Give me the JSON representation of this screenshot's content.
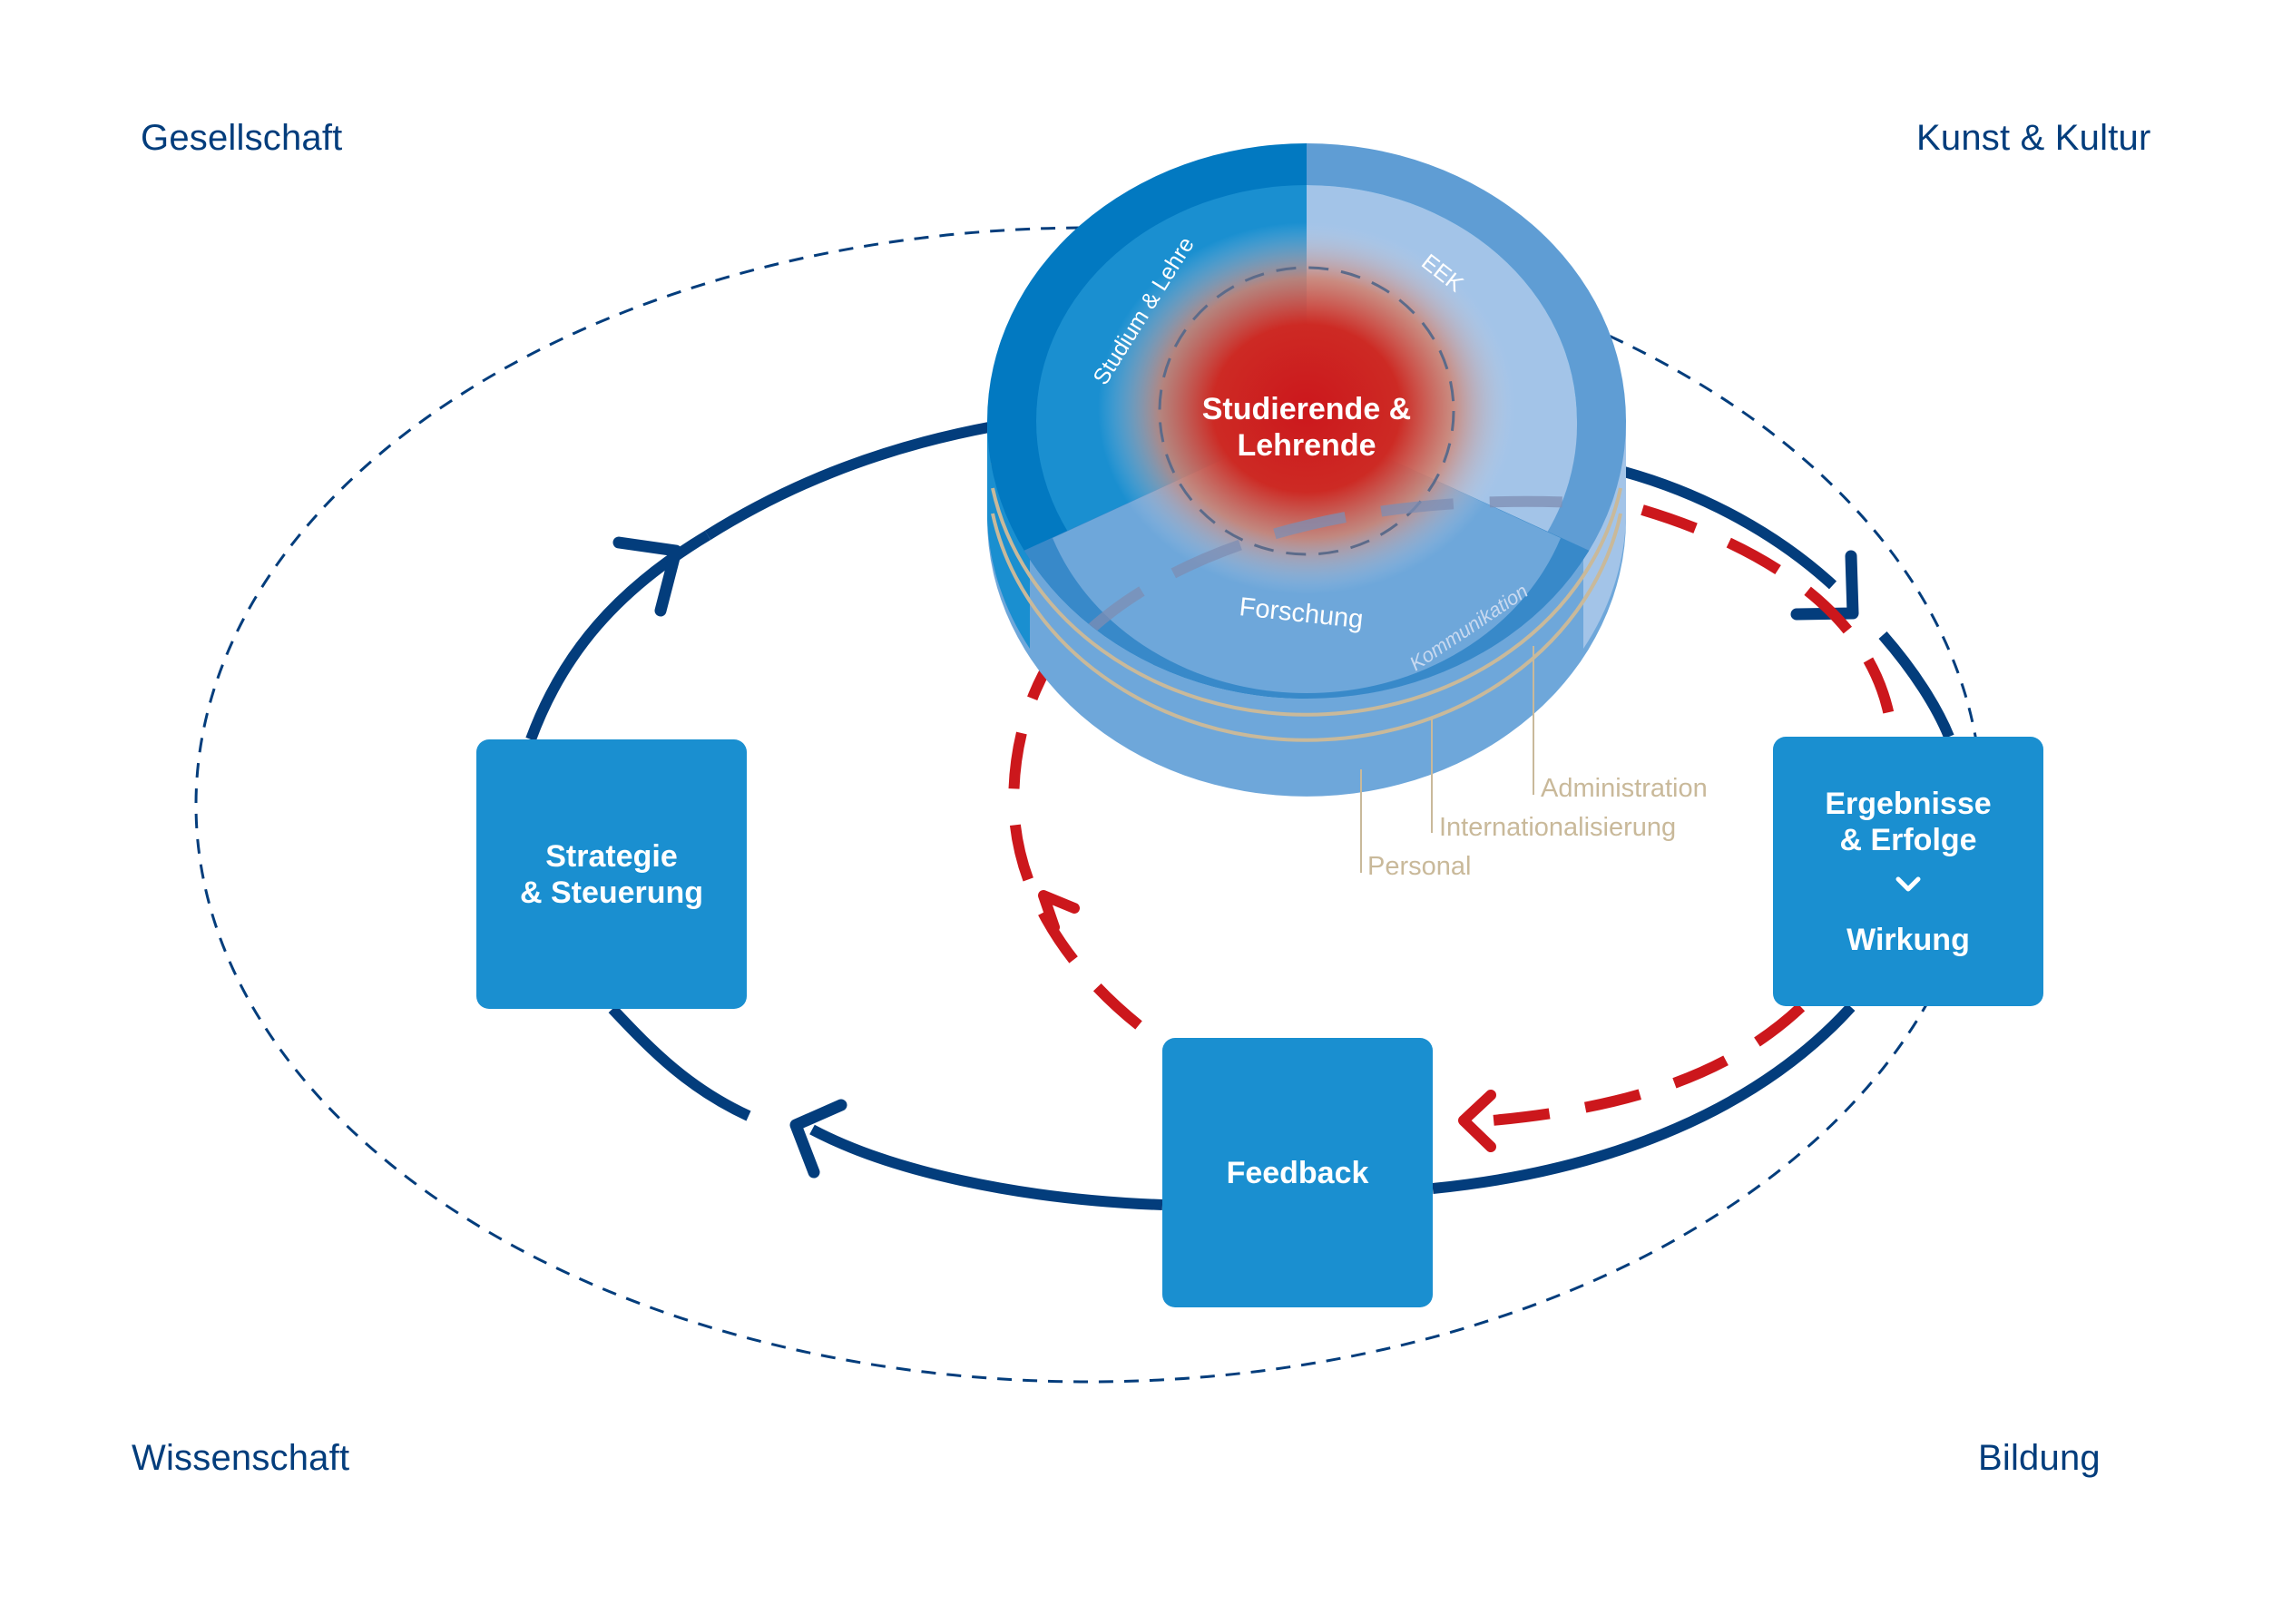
{
  "diagram": {
    "corners": {
      "top_left": "Gesellschaft",
      "top_right": "Kunst & Kultur",
      "bottom_left": "Wissenschaft",
      "bottom_right": "Bildung"
    },
    "core": {
      "center_line1": "Studierende &",
      "center_line2": "Lehrende",
      "segments": [
        {
          "label": "Studium & Lehre"
        },
        {
          "label": "EEK"
        },
        {
          "label": "Forschung"
        }
      ],
      "ring_label": "Kommunikation",
      "layers": [
        "Administration",
        "Internationalisierung",
        "Personal"
      ]
    },
    "boxes": {
      "strategy_line1": "Strategie",
      "strategy_line2": "& Steuerung",
      "results_line1": "Ergebnisse",
      "results_line2": "& Erfolge",
      "results_impact": "Wirkung",
      "feedback": "Feedback"
    },
    "colors": {
      "navy": "#033d7c",
      "box_blue": "#1a8fd0",
      "red": "#cc171c",
      "beige": "#c9b99a",
      "disk_dark": "#0279c1",
      "disk_mid": "#5f9dd4",
      "disk_light": "#a3c4e8"
    }
  }
}
